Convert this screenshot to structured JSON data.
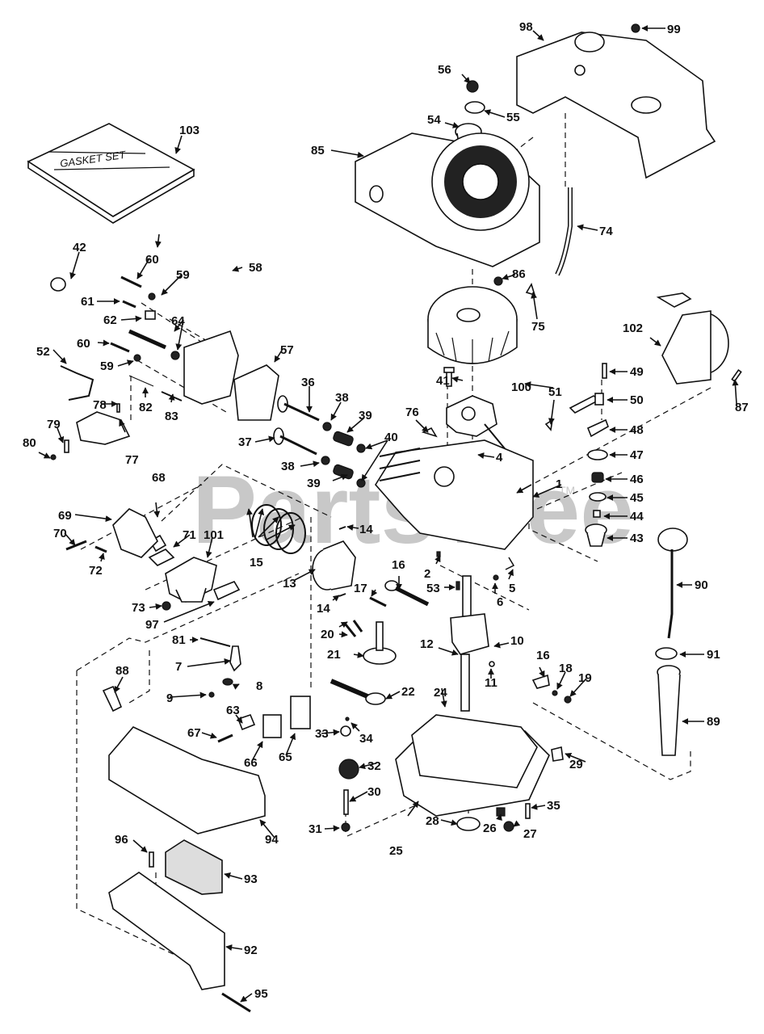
{
  "watermark": {
    "text": "PartsTree",
    "trademark": "TM",
    "color": "#c8c8c8"
  },
  "gasket_set_text": "GASKET SET",
  "parts": [
    {
      "id": "1"
    },
    {
      "id": "2"
    },
    {
      "id": "4"
    },
    {
      "id": "5"
    },
    {
      "id": "6"
    },
    {
      "id": "7"
    },
    {
      "id": "8"
    },
    {
      "id": "9"
    },
    {
      "id": "10"
    },
    {
      "id": "11"
    },
    {
      "id": "12"
    },
    {
      "id": "13"
    },
    {
      "id": "14"
    },
    {
      "id": "15"
    },
    {
      "id": "16"
    },
    {
      "id": "17"
    },
    {
      "id": "18"
    },
    {
      "id": "19"
    },
    {
      "id": "20"
    },
    {
      "id": "21"
    },
    {
      "id": "22"
    },
    {
      "id": "24"
    },
    {
      "id": "25"
    },
    {
      "id": "26"
    },
    {
      "id": "27"
    },
    {
      "id": "28"
    },
    {
      "id": "29"
    },
    {
      "id": "30"
    },
    {
      "id": "31"
    },
    {
      "id": "32"
    },
    {
      "id": "33"
    },
    {
      "id": "34"
    },
    {
      "id": "35"
    },
    {
      "id": "36"
    },
    {
      "id": "37"
    },
    {
      "id": "38"
    },
    {
      "id": "39"
    },
    {
      "id": "40"
    },
    {
      "id": "41"
    },
    {
      "id": "42"
    },
    {
      "id": "43"
    },
    {
      "id": "44"
    },
    {
      "id": "45"
    },
    {
      "id": "46"
    },
    {
      "id": "47"
    },
    {
      "id": "48"
    },
    {
      "id": "49"
    },
    {
      "id": "50"
    },
    {
      "id": "51"
    },
    {
      "id": "52"
    },
    {
      "id": "53"
    },
    {
      "id": "54"
    },
    {
      "id": "55"
    },
    {
      "id": "56"
    },
    {
      "id": "57"
    },
    {
      "id": "58"
    },
    {
      "id": "59"
    },
    {
      "id": "60"
    },
    {
      "id": "61"
    },
    {
      "id": "62"
    },
    {
      "id": "63"
    },
    {
      "id": "64"
    },
    {
      "id": "65"
    },
    {
      "id": "66"
    },
    {
      "id": "67"
    },
    {
      "id": "68"
    },
    {
      "id": "69"
    },
    {
      "id": "70"
    },
    {
      "id": "71"
    },
    {
      "id": "72"
    },
    {
      "id": "73"
    },
    {
      "id": "74"
    },
    {
      "id": "75"
    },
    {
      "id": "76"
    },
    {
      "id": "77"
    },
    {
      "id": "78"
    },
    {
      "id": "79"
    },
    {
      "id": "80"
    },
    {
      "id": "81"
    },
    {
      "id": "82"
    },
    {
      "id": "83"
    },
    {
      "id": "85"
    },
    {
      "id": "86"
    },
    {
      "id": "87"
    },
    {
      "id": "88"
    },
    {
      "id": "89"
    },
    {
      "id": "90"
    },
    {
      "id": "91"
    },
    {
      "id": "92"
    },
    {
      "id": "93"
    },
    {
      "id": "94"
    },
    {
      "id": "95"
    },
    {
      "id": "96"
    },
    {
      "id": "97"
    },
    {
      "id": "98"
    },
    {
      "id": "99"
    },
    {
      "id": "100"
    },
    {
      "id": "101"
    },
    {
      "id": "102"
    },
    {
      "id": "103"
    }
  ],
  "callouts": {
    "c1": "1",
    "c2": "2",
    "c4": "4",
    "c5": "5",
    "c6": "6",
    "c7": "7",
    "c8": "8",
    "c9": "9",
    "c10": "10",
    "c11": "11",
    "c12": "12",
    "c13": "13",
    "c14a": "14",
    "c14b": "14",
    "c15": "15",
    "c16a": "16",
    "c16b": "16",
    "c17": "17",
    "c18": "18",
    "c19": "19",
    "c20": "20",
    "c21": "21",
    "c22": "22",
    "c24": "24",
    "c25": "25",
    "c26": "26",
    "c27": "27",
    "c28": "28",
    "c29": "29",
    "c30": "30",
    "c31": "31",
    "c32": "32",
    "c33": "33",
    "c34": "34",
    "c35": "35",
    "c36": "36",
    "c37": "37",
    "c38a": "38",
    "c38b": "38",
    "c39a": "39",
    "c39b": "39",
    "c40": "40",
    "c41": "41",
    "c42": "42",
    "c43": "43",
    "c44": "44",
    "c45": "45",
    "c46": "46",
    "c47": "47",
    "c48": "48",
    "c49": "49",
    "c50": "50",
    "c51": "51",
    "c52": "52",
    "c53": "53",
    "c54": "54",
    "c55": "55",
    "c56": "56",
    "c57": "57",
    "c58": "58",
    "c59a": "59",
    "c59b": "59",
    "c60a": "60",
    "c60b": "60",
    "c61": "61",
    "c62": "62",
    "c63": "63",
    "c64": "64",
    "c65": "65",
    "c66": "66",
    "c67": "67",
    "c68": "68",
    "c69": "69",
    "c70": "70",
    "c71": "71",
    "c72": "72",
    "c73": "73",
    "c74": "74",
    "c75": "75",
    "c76": "76",
    "c77": "77",
    "c78": "78",
    "c79": "79",
    "c80": "80",
    "c81": "81",
    "c82": "82",
    "c83": "83",
    "c85": "85",
    "c86": "86",
    "c87": "87",
    "c88": "88",
    "c89": "89",
    "c90": "90",
    "c91": "91",
    "c92": "92",
    "c93": "93",
    "c94": "94",
    "c95": "95",
    "c96": "96",
    "c97": "97",
    "c98": "98",
    "c99": "99",
    "c100": "100",
    "c101": "101",
    "c102": "102",
    "c103": "103"
  }
}
